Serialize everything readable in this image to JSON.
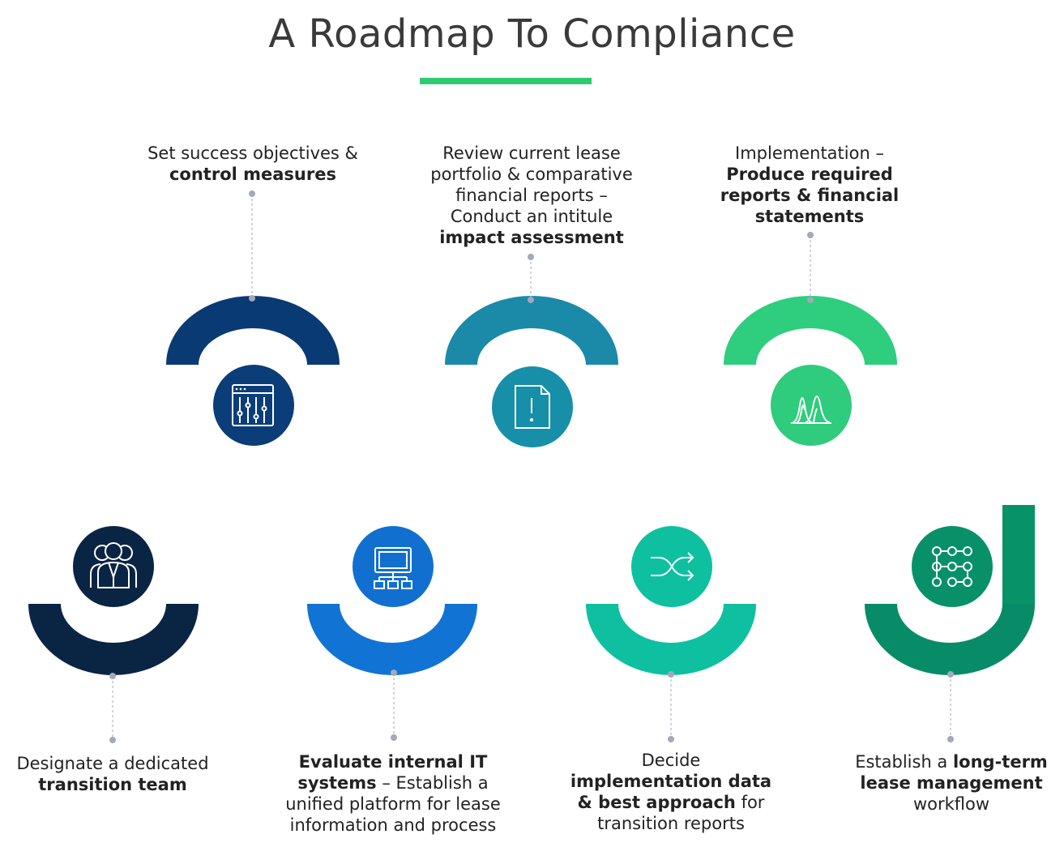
{
  "title": "A Roadmap To Compliance",
  "colors": {
    "accent": "#2ecc71"
  },
  "steps": [
    {
      "position": "bottom",
      "icon": "team-icon",
      "lines": [
        [
          {
            "t": "Designate a dedicated",
            "b": false
          }
        ],
        [
          {
            "t": "transition team",
            "b": true
          }
        ]
      ]
    },
    {
      "position": "top",
      "icon": "control-sliders-icon",
      "lines": [
        [
          {
            "t": "Set success objectives &",
            "b": false
          }
        ],
        [
          {
            "t": "control measures",
            "b": true
          }
        ]
      ]
    },
    {
      "position": "bottom",
      "icon": "network-computer-icon",
      "lines": [
        [
          {
            "t": "Evaluate internal IT",
            "b": true
          }
        ],
        [
          {
            "t": "systems",
            "b": true
          },
          {
            "t": " – Establish a",
            "b": false
          }
        ],
        [
          {
            "t": "unified platform for lease",
            "b": false
          }
        ],
        [
          {
            "t": "information and process",
            "b": false
          }
        ]
      ]
    },
    {
      "position": "top",
      "icon": "document-alert-icon",
      "lines": [
        [
          {
            "t": "Review current lease",
            "b": false
          }
        ],
        [
          {
            "t": "portfolio & comparative",
            "b": false
          }
        ],
        [
          {
            "t": "financial reports –",
            "b": false
          }
        ],
        [
          {
            "t": "Conduct an intitule",
            "b": false
          }
        ],
        [
          {
            "t": "impact assessment",
            "b": true
          }
        ]
      ]
    },
    {
      "position": "bottom",
      "icon": "shuffle-icon",
      "lines": [
        [
          {
            "t": "Decide",
            "b": false
          }
        ],
        [
          {
            "t": "implementation data",
            "b": true
          }
        ],
        [
          {
            "t": "& best approach",
            "b": true
          },
          {
            "t": " for",
            "b": false
          }
        ],
        [
          {
            "t": "transition reports",
            "b": false
          }
        ]
      ]
    },
    {
      "position": "top",
      "icon": "distribution-chart-icon",
      "lines": [
        [
          {
            "t": "Implementation –",
            "b": false
          }
        ],
        [
          {
            "t": "Produce required",
            "b": true
          }
        ],
        [
          {
            "t": "reports & financial",
            "b": true
          }
        ],
        [
          {
            "t": "statements",
            "b": true
          }
        ]
      ]
    },
    {
      "position": "bottom",
      "icon": "workflow-grid-icon",
      "lines": [
        [
          {
            "t": "Establish a ",
            "b": false
          },
          {
            "t": "long-term",
            "b": true
          }
        ],
        [
          {
            "t": "lease management",
            "b": true
          }
        ],
        [
          {
            "t": "workflow",
            "b": false
          }
        ]
      ]
    }
  ]
}
